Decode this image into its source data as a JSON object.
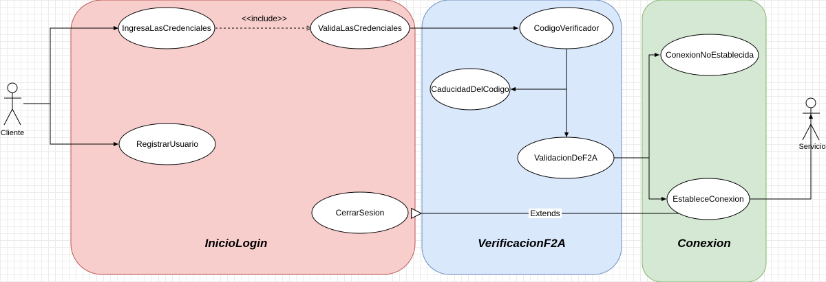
{
  "diagram": {
    "groups": {
      "inicio_login": "InicioLogin",
      "verificacion_f2a": "VerificacionF2A",
      "conexion": "Conexion"
    },
    "actors": {
      "cliente": "Cliente",
      "servicio": "Servicio"
    },
    "use_cases": {
      "ingresa": "IngresaLasCredenciales",
      "valida": "ValidaLasCredenciales",
      "registrar": "RegistrarUsuario",
      "cerrar": "CerrarSesion",
      "codigo": "CodigoVerificador",
      "caducidad": "CaducidadDelCodigo",
      "validacion_f2a": "ValidacionDeF2A",
      "no_establecida": "ConexionNoEstablecida",
      "establece": "EstableceConexion"
    },
    "relations": {
      "include": "<<include>>",
      "extends": "Extends"
    },
    "colors": {
      "inicio_fill": "#f8cecc",
      "inicio_stroke": "#b85450",
      "verif_fill": "#dae8fc",
      "verif_stroke": "#6c8ebf",
      "conexion_fill": "#d5e8d4",
      "conexion_stroke": "#82b366"
    }
  }
}
